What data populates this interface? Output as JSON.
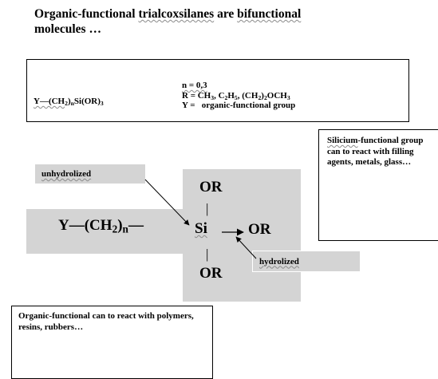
{
  "title": {
    "line1": [
      "Organic-functional ",
      "trialcoxsilanes",
      " are ",
      "bifunctional"
    ],
    "line2": "molecules …"
  },
  "formula_box": {
    "general_formula": [
      "Y—(CH",
      "2",
      ")",
      "n",
      "Si(OR)",
      "3"
    ],
    "n_line": "n = 0,3",
    "r_line": [
      "R = CH",
      "3",
      ", C",
      "2",
      "H",
      "5",
      ", (CH",
      "2",
      ")",
      "2",
      "OCH",
      "3"
    ],
    "y_line": "Y =   organic-functional group"
  },
  "molecule": {
    "y_chain": [
      "Y—(CH",
      "2",
      ")",
      "n",
      "—"
    ],
    "si": "Si",
    "or_top": "OR",
    "or_right": "OR",
    "or_bottom": "OR",
    "bond_vertical": "|"
  },
  "labels": {
    "unhydrolized": "unhydrolized",
    "hydrolized": "hydrolized"
  },
  "notes": {
    "silicium": [
      "Silicium",
      "-functional group can to react with filling agents, metals, glass…"
    ],
    "organic": "Organic-functional can to react with polymers, resins, rubbers…"
  },
  "colors": {
    "gray_fill": "#d4d4d4",
    "text": "#000000",
    "border": "#000000"
  }
}
